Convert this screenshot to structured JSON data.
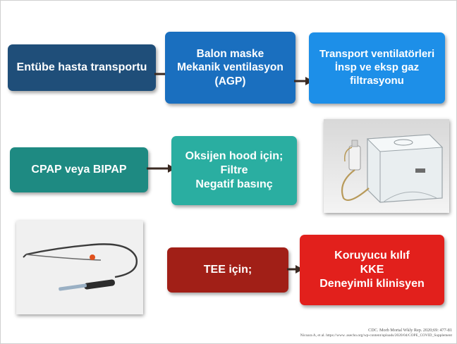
{
  "boxes": {
    "transport": "Entübe hasta transportu",
    "balloon": "Balon maske\nMekanik ventilasyon\n(AGP)",
    "transport_vent": "Transport ventilatörleri\nİnsp ve eksp gaz\nfiltrasyonu",
    "cpap": "CPAP veya BIPAP",
    "oxygen_hood": "Oksijen hood için;\nFiltre\nNegatif basınç",
    "tee": "TEE için;",
    "protective": "Koruyucu kılıf\nKKE\nDeneyimli klinisyen"
  },
  "colors": {
    "row1": [
      "#1f4e79",
      "#1a6fbf",
      "#1d8fe8"
    ],
    "row2": [
      "#1e8a82",
      "#2aaea1"
    ],
    "row3": [
      "#a11f17",
      "#e2201c"
    ],
    "arrow": "#3a2a22"
  },
  "images": {
    "hood": "oxygen-hood-photo",
    "tee_probe": "tee-probe-photo"
  },
  "citations": {
    "line1": "CDC. Morb Mortal Wkly Rep. 2020;69: 477-81",
    "line2": "Nicoara A, et al. https://www. asecho.org/wp-content/uploads/2020/04/COPE_COVID_Supplement"
  }
}
